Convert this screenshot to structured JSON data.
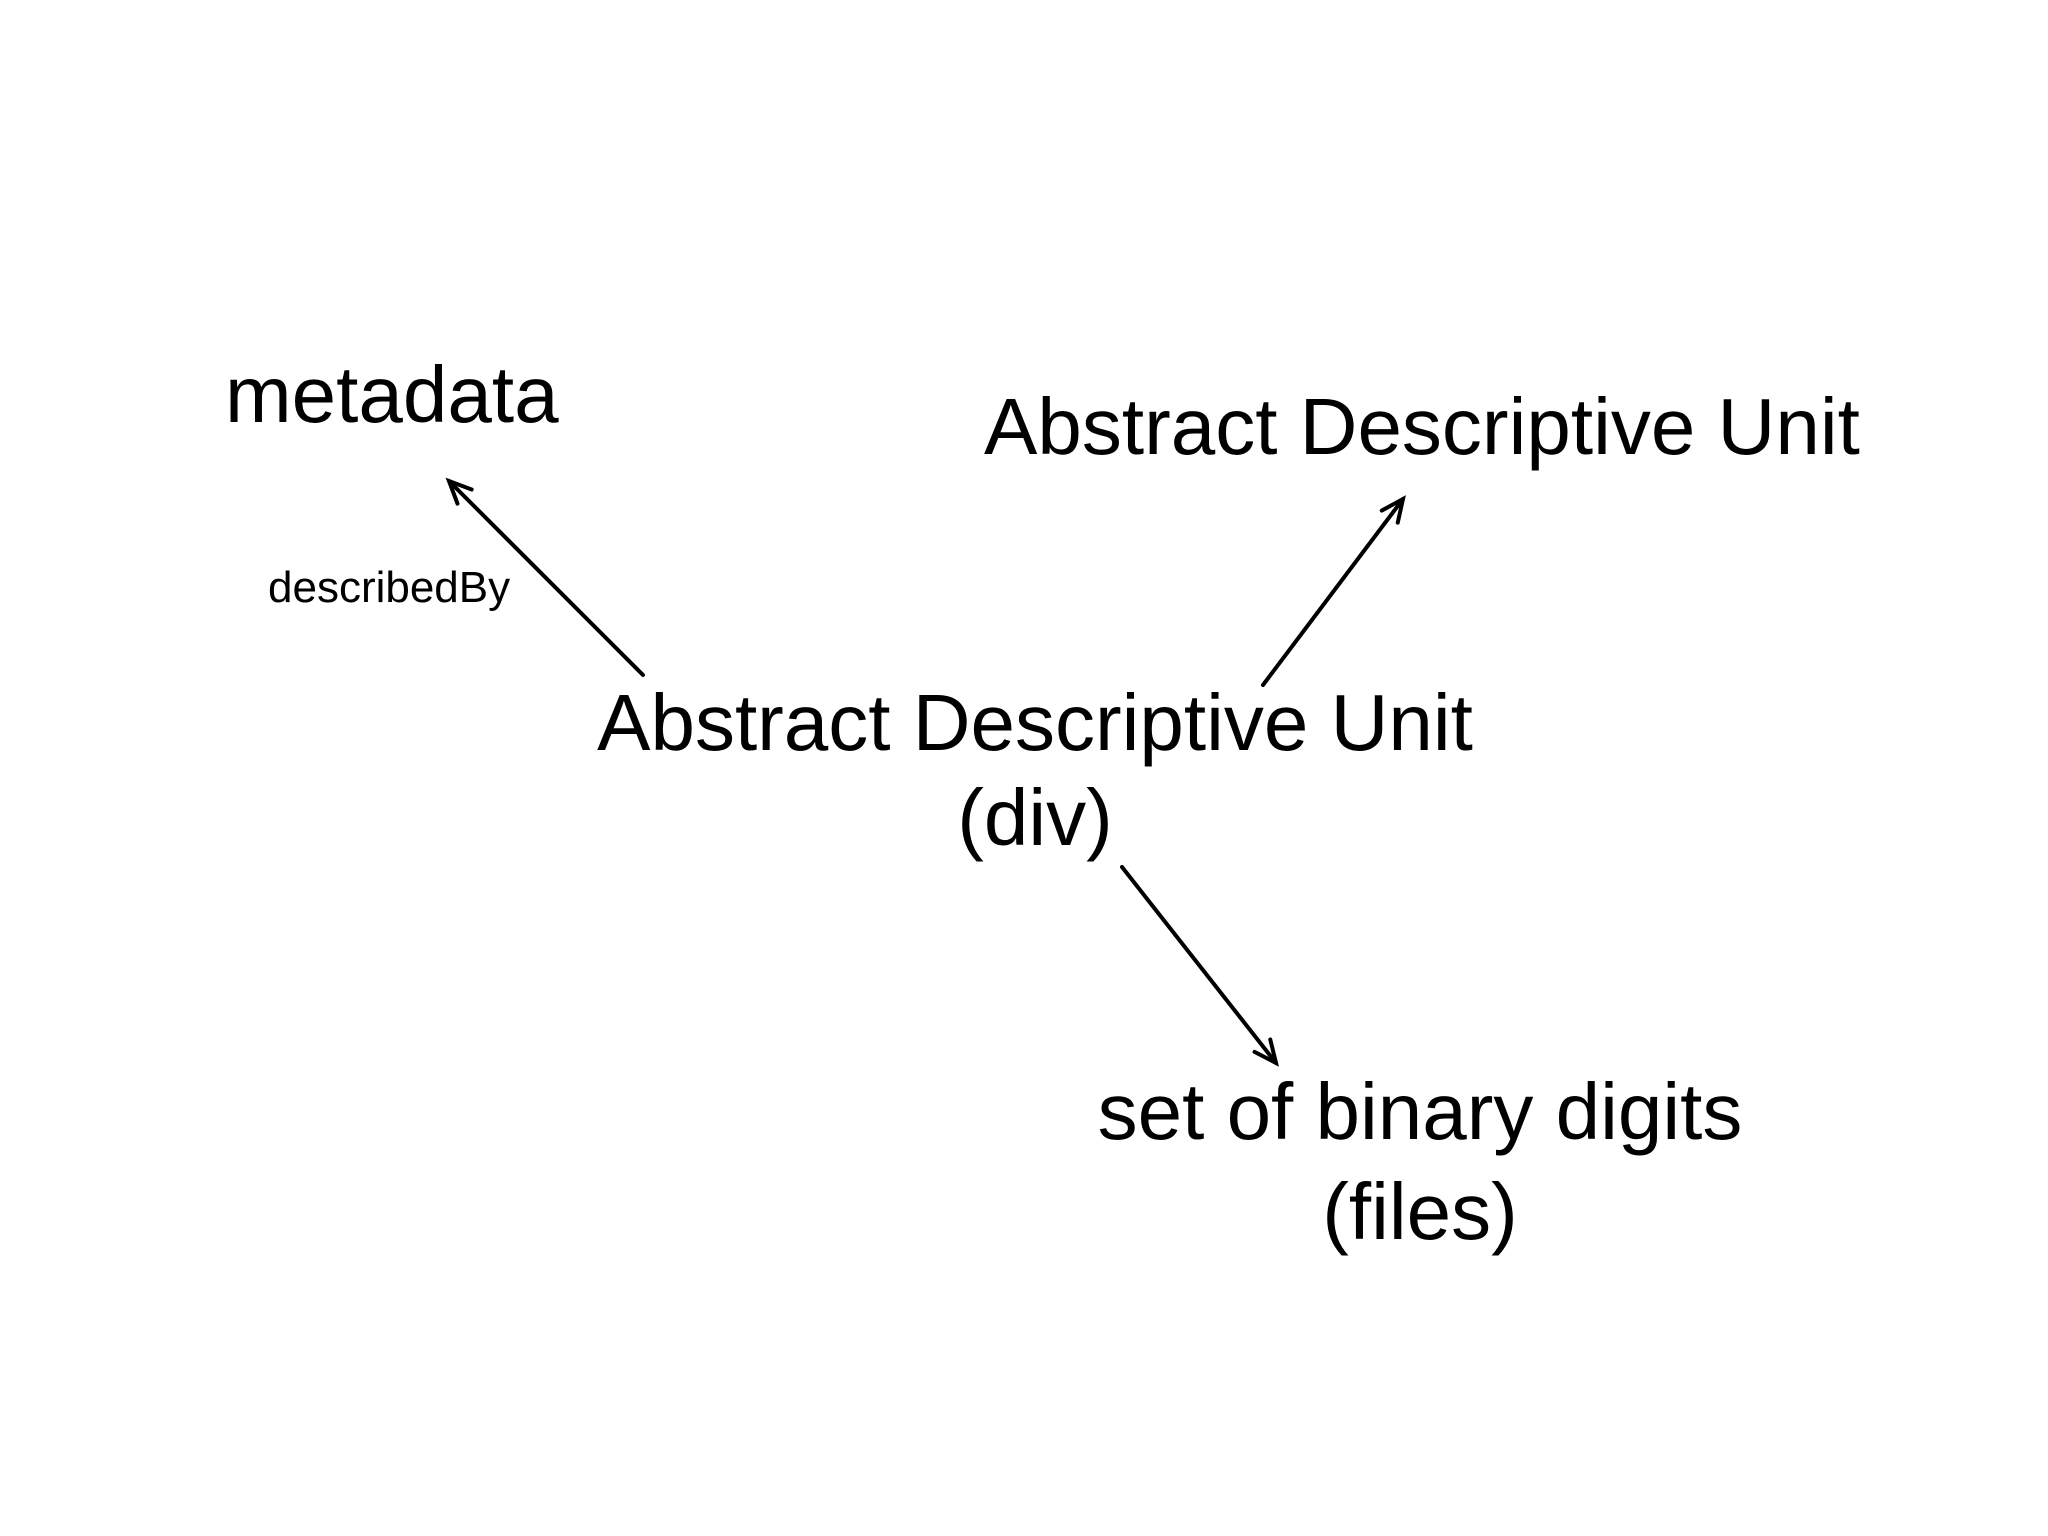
{
  "canvas": {
    "background_color": "#ffffff",
    "ink_color": "#000000"
  },
  "diagram": {
    "nodes": {
      "metadata": {
        "label": "metadata"
      },
      "abstract_descriptive_unit_top": {
        "label": "Abstract Descriptive Unit"
      },
      "abstract_descriptive_unit_center": {
        "line1": "Abstract Descriptive Unit",
        "line2": "(div)"
      },
      "set_of_binary_digits": {
        "line1": "set of binary digits",
        "line2": "(files)"
      }
    },
    "edges": {
      "described_by_label": "describedBy"
    }
  }
}
